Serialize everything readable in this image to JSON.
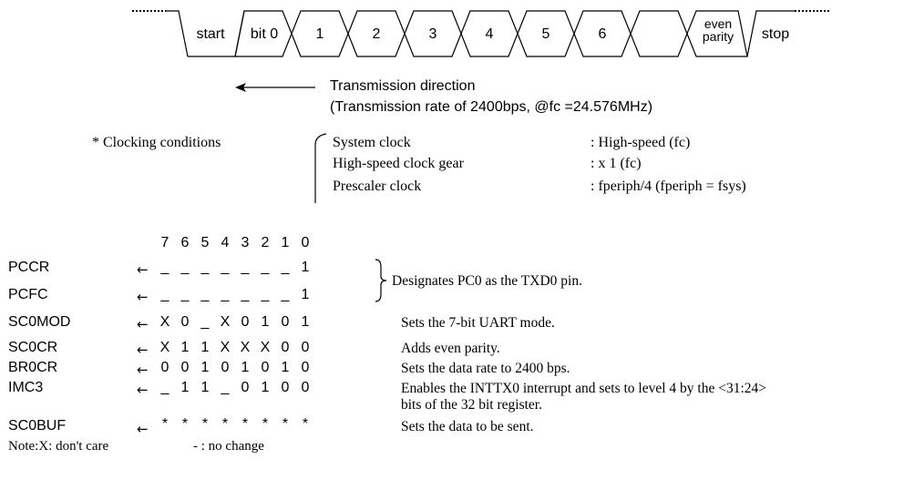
{
  "frame": {
    "labels": [
      "start",
      "bit 0",
      "1",
      "2",
      "3",
      "4",
      "5",
      "6",
      "even parity",
      "stop"
    ],
    "even_parity_lines": [
      "even",
      "parity"
    ]
  },
  "direction": {
    "line1": "Transmission direction",
    "line2": "(Transmission rate of 2400bps, @fc =24.576MHz)"
  },
  "clocking": {
    "heading": "* Clocking conditions",
    "rows": [
      {
        "name": "System clock",
        "value": ": High-speed (fc)"
      },
      {
        "name": "High-speed clock gear",
        "value": ": x 1 (fc)"
      },
      {
        "name": "Prescaler clock",
        "value": ": fperiph/4 (fperiph = fsys)"
      }
    ]
  },
  "register_table": {
    "bit_headers": [
      "7",
      "6",
      "5",
      "4",
      "3",
      "2",
      "1",
      "0"
    ],
    "arrow": "←",
    "rows": [
      {
        "name": "PCCR",
        "bits": [
          "_",
          "_",
          "_",
          "_",
          "_",
          "_",
          "_",
          "1"
        ]
      },
      {
        "name": "PCFC",
        "bits": [
          "_",
          "_",
          "_",
          "_",
          "_",
          "_",
          "_",
          "1"
        ]
      },
      {
        "name": "SC0MOD",
        "bits": [
          "X",
          "0",
          "_",
          "X",
          "0",
          "1",
          "0",
          "1"
        ]
      },
      {
        "name": "SC0CR",
        "bits": [
          "X",
          "1",
          "1",
          "X",
          "X",
          "X",
          "0",
          "0"
        ]
      },
      {
        "name": "BR0CR",
        "bits": [
          "0",
          "0",
          "1",
          "0",
          "1",
          "0",
          "1",
          "0"
        ]
      },
      {
        "name": "IMC3",
        "bits": [
          "_",
          "1",
          "1",
          "_",
          "0",
          "1",
          "0",
          "0"
        ]
      },
      {
        "name": "SC0BUF",
        "bits": [
          "*",
          "*",
          "*",
          "*",
          "*",
          "*",
          "*",
          "*"
        ]
      }
    ],
    "descriptions": {
      "pc_group": "Designates PC0 as the TXD0 pin.",
      "sc0mod": "Sets the 7-bit UART mode.",
      "sc0cr": "Adds even parity.",
      "br0cr": "Sets the data rate to 2400 bps.",
      "imc3_line1": "Enables the INTTX0 interrupt and sets to level 4 by the <31:24>",
      "imc3_line2": "bits of the 32 bit register.",
      "sc0buf": "Sets the data to be sent."
    }
  },
  "note": {
    "left": "Note:X: don't care",
    "right": "- : no change"
  }
}
